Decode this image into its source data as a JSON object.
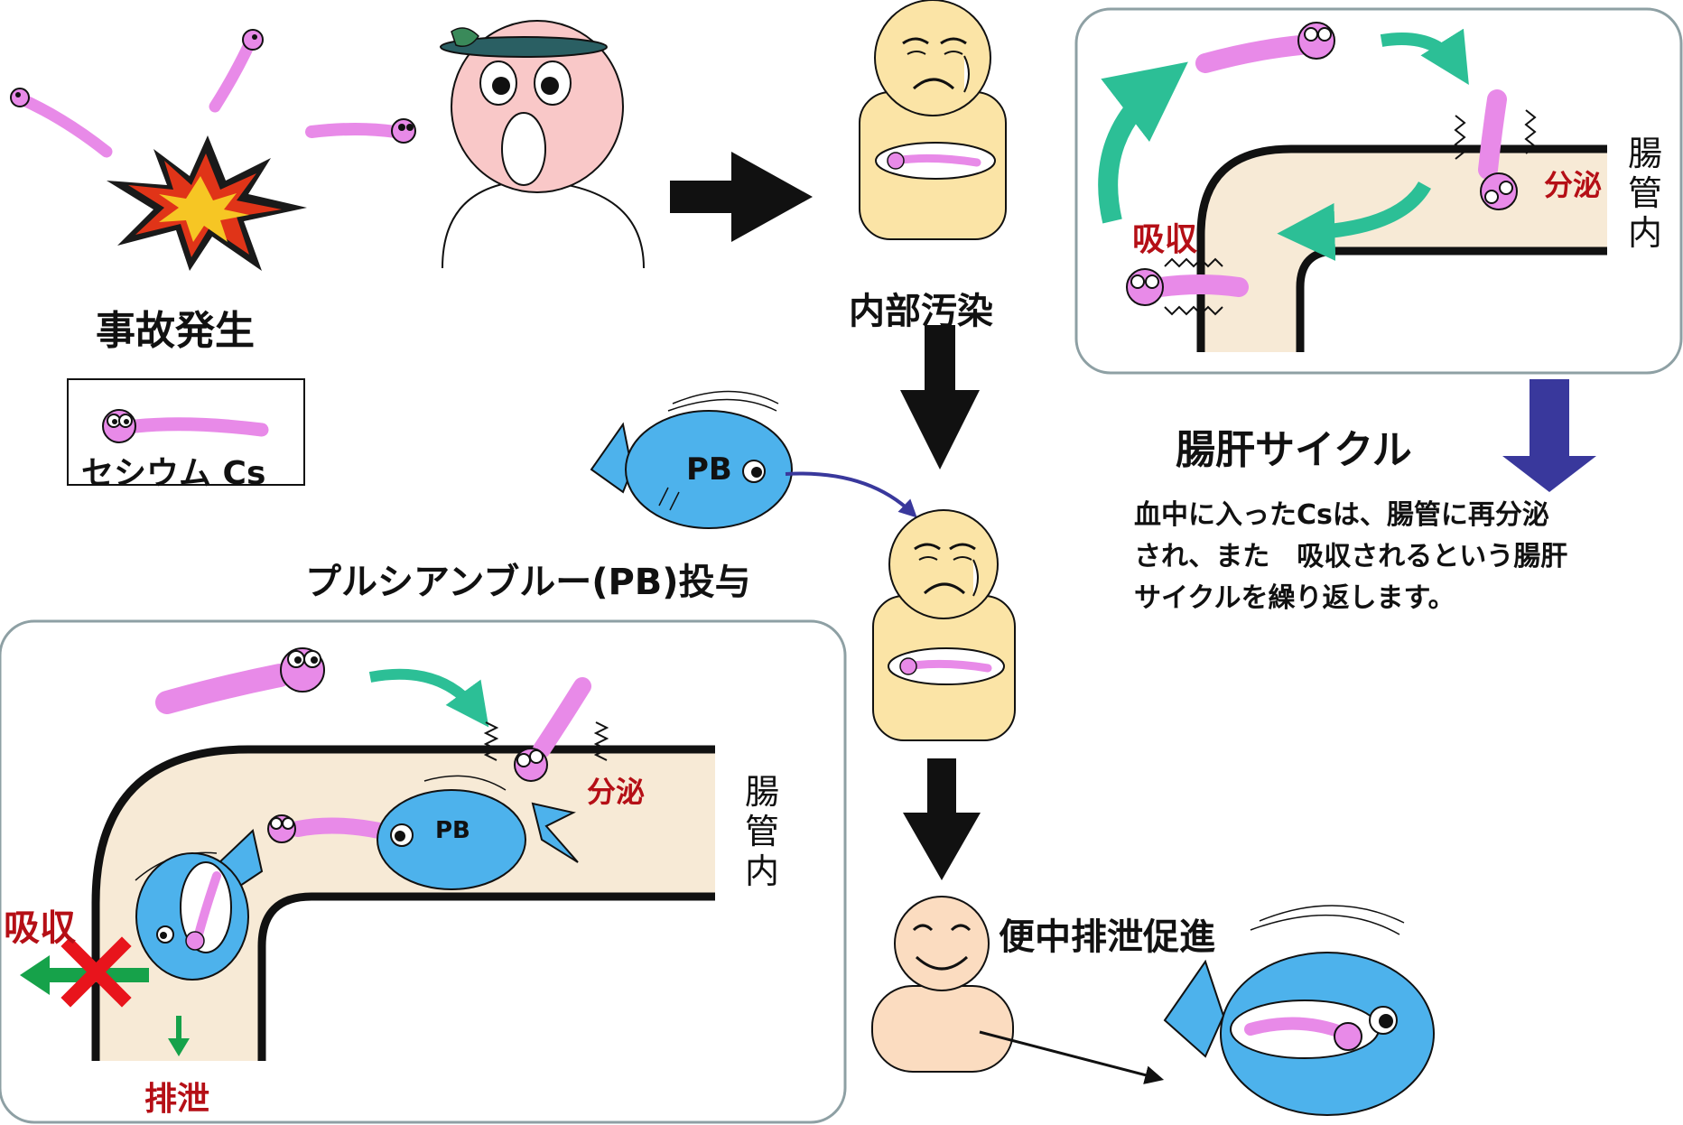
{
  "labels": {
    "accident": "事故発生",
    "cesium_legend": "セシウム Cs",
    "internal_contamination": "内部汚染",
    "pb_administration": "プルシアンブルー(PB)投与",
    "fecal_excretion": "便中排泄促進",
    "enterohepatic_title": "腸肝サイクル",
    "enterohepatic_desc_lines": [
      "血中に入ったCsは、腸管に再分泌",
      "され、また　吸収されるという腸肝",
      "サイクルを繰り返します。"
    ]
  },
  "top_panel": {
    "secretion": "分泌",
    "absorption": "吸収",
    "lumen_label": "腸管内"
  },
  "bottom_panel": {
    "secretion": "分泌",
    "absorption": "吸収",
    "excretion": "排泄",
    "lumen_label": "腸管内",
    "pb_label": "PB"
  },
  "fish_label": "PB",
  "colors": {
    "cesium_pink": "#e88ae8",
    "fish_blue": "#4db2ec",
    "intestine_beige": "#f7ead6",
    "body_yellow": "#fbe4a6",
    "pink_face": "#f9c8c8",
    "skin_beige": "#fbdcc0",
    "teal_arrow": "#2cbf96",
    "navy_arrow": "#39389c",
    "secretion_red": "#b50f16",
    "block_red": "#e8141c",
    "green_arrow": "#16a24a"
  }
}
